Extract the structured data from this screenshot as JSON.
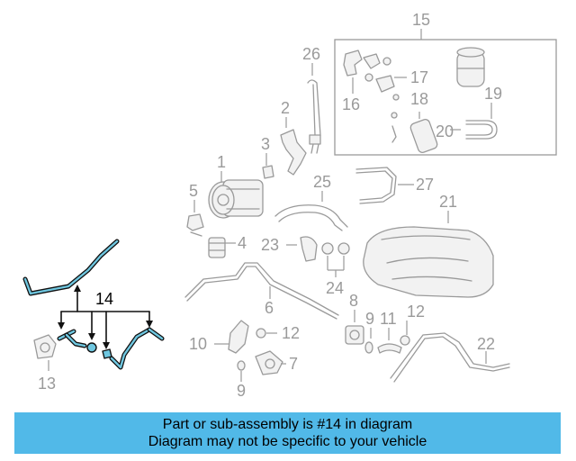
{
  "colors": {
    "banner_background": "#51b9e8",
    "highlight_fill": "#6fc7e0",
    "part_stroke": "#9a9a9a"
  },
  "callouts": [
    "1",
    "2",
    "3",
    "4",
    "5",
    "6",
    "7",
    "8",
    "9",
    "9",
    "10",
    "11",
    "12",
    "12",
    "13",
    "14",
    "15",
    "16",
    "17",
    "18",
    "19",
    "20",
    "21",
    "22",
    "23",
    "24",
    "25",
    "26",
    "27"
  ],
  "highlighted_part": "14",
  "banner": {
    "line1": "Part or sub-assembly is #14 in diagram",
    "line2": "Diagram may not be specific to your vehicle"
  }
}
